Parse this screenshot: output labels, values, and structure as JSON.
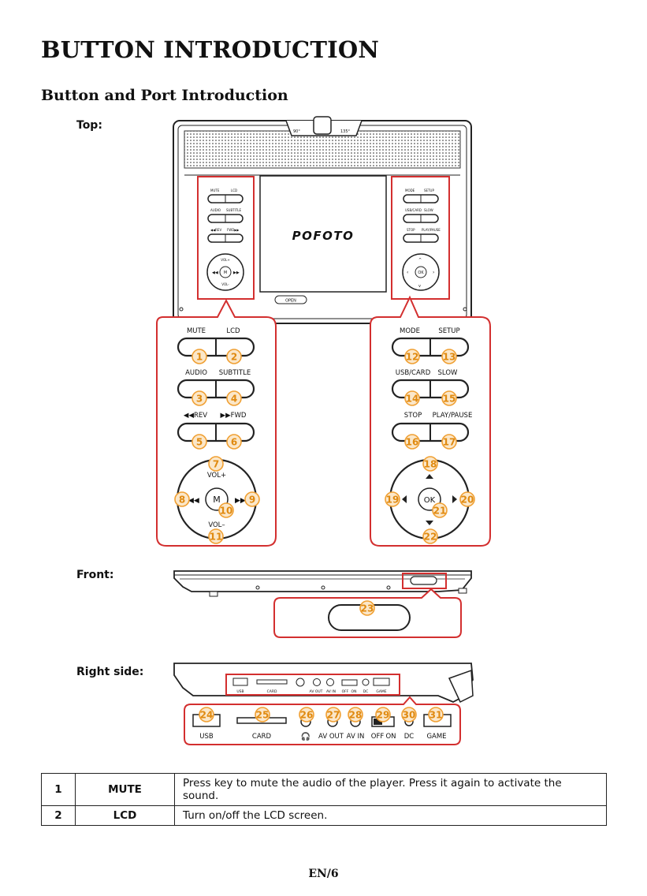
{
  "title": "BUTTON INTRODUCTION",
  "subtitle": "Button and Port Introduction",
  "sections": {
    "top": "Top:",
    "front": "Front:",
    "right": "Right side:"
  },
  "device": {
    "brand": "POFOTO",
    "angle_left": "90°",
    "angle_right": "135°",
    "open_label": "OPEN",
    "small_left": {
      "mute": "MUTE",
      "lcd": "LCD",
      "audio": "AUDIO",
      "subtitle": "SUBTITLE",
      "rev": "◀◀REV",
      "fwd": "FWD▶▶",
      "volp": "VOL+",
      "volm": "VOL-",
      "m": "M"
    },
    "small_right": {
      "mode": "MODE",
      "setup": "SETUP",
      "usb": "USB/CARD",
      "slow": "SLOW",
      "stop": "STOP",
      "play": "PLAY/PAUSE",
      "ok": "OK"
    }
  },
  "left_panel": {
    "mute": "MUTE",
    "lcd": "LCD",
    "audio": "AUDIO",
    "subtitle": "SUBTITLE",
    "rev": "◀◀REV",
    "fwd": "▶▶FWD",
    "volp": "VOL+",
    "volm": "VOL–",
    "m": "M"
  },
  "right_panel": {
    "mode": "MODE",
    "setup": "SETUP",
    "usb": "USB/CARD",
    "slow": "SLOW",
    "stop": "STOP",
    "play": "PLAY/PAUSE",
    "ok": "OK"
  },
  "ports": {
    "usb": "USB",
    "card": "CARD",
    "avout": "AV OUT",
    "avin": "AV IN",
    "off": "OFF",
    "on": "ON",
    "dc": "DC",
    "game": "GAME"
  },
  "callouts": [
    "1",
    "2",
    "3",
    "4",
    "5",
    "6",
    "7",
    "8",
    "9",
    "10",
    "11",
    "12",
    "13",
    "14",
    "15",
    "16",
    "17",
    "18",
    "19",
    "20",
    "21",
    "22",
    "23",
    "24",
    "25",
    "26",
    "27",
    "28",
    "29",
    "30",
    "31"
  ],
  "table": [
    {
      "no": "1",
      "name": "MUTE",
      "desc": "Press key to mute the audio of the player. Press it again to activate the sound."
    },
    {
      "no": "2",
      "name": "LCD",
      "desc": "Turn on/off the LCD screen."
    }
  ],
  "footer": "EN/6"
}
